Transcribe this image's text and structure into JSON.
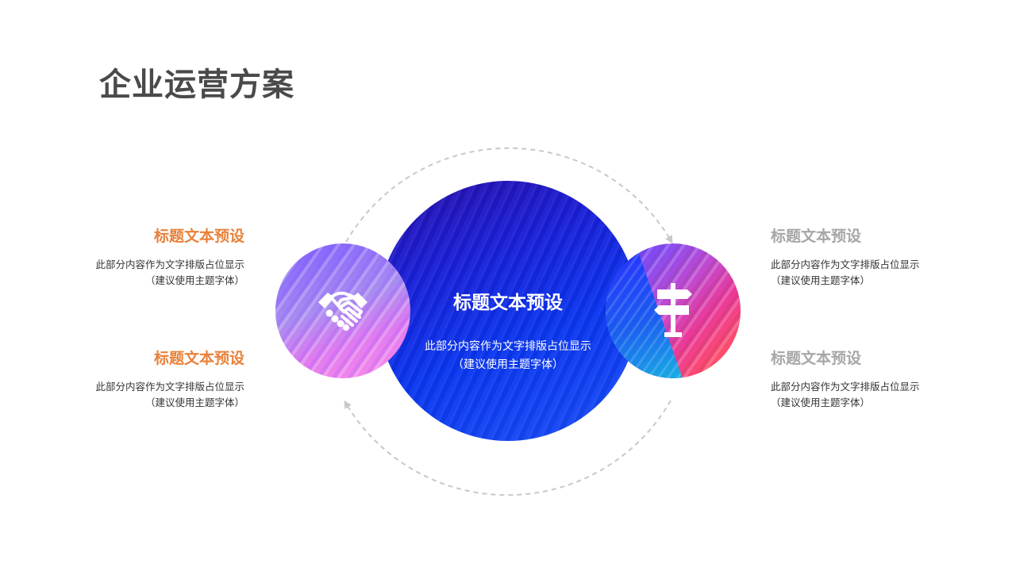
{
  "page": {
    "title": "企业运营方案"
  },
  "center": {
    "title": "标题文本预设",
    "body": "此部分内容作为文字排版占位显示 （建议使用主题字体）"
  },
  "left_items": [
    {
      "title": "标题文本预设",
      "body": "此部分内容作为文字排版占位显示\n（建议使用主题字体）"
    },
    {
      "title": "标题文本预设",
      "body": "此部分内容作为文字排版占位显示\n（建议使用主题字体）"
    }
  ],
  "right_items": [
    {
      "title": "标题文本预设",
      "body": "此部分内容作为文字排版占位显示\n（建议使用主题字体）"
    },
    {
      "title": "标题文本预设",
      "body": "此部分内容作为文字排版占位显示\n（建议使用主题字体）"
    }
  ],
  "icons": {
    "left_circle": "handshake-icon",
    "right_circle": "signpost-icon"
  },
  "colors": {
    "title_text": "#4a4a4a",
    "left_heading": "#e8813a",
    "right_heading": "#a6a6a6",
    "center_circle": "#1a1fd8",
    "dashed_ring": "#c8c8c8"
  }
}
